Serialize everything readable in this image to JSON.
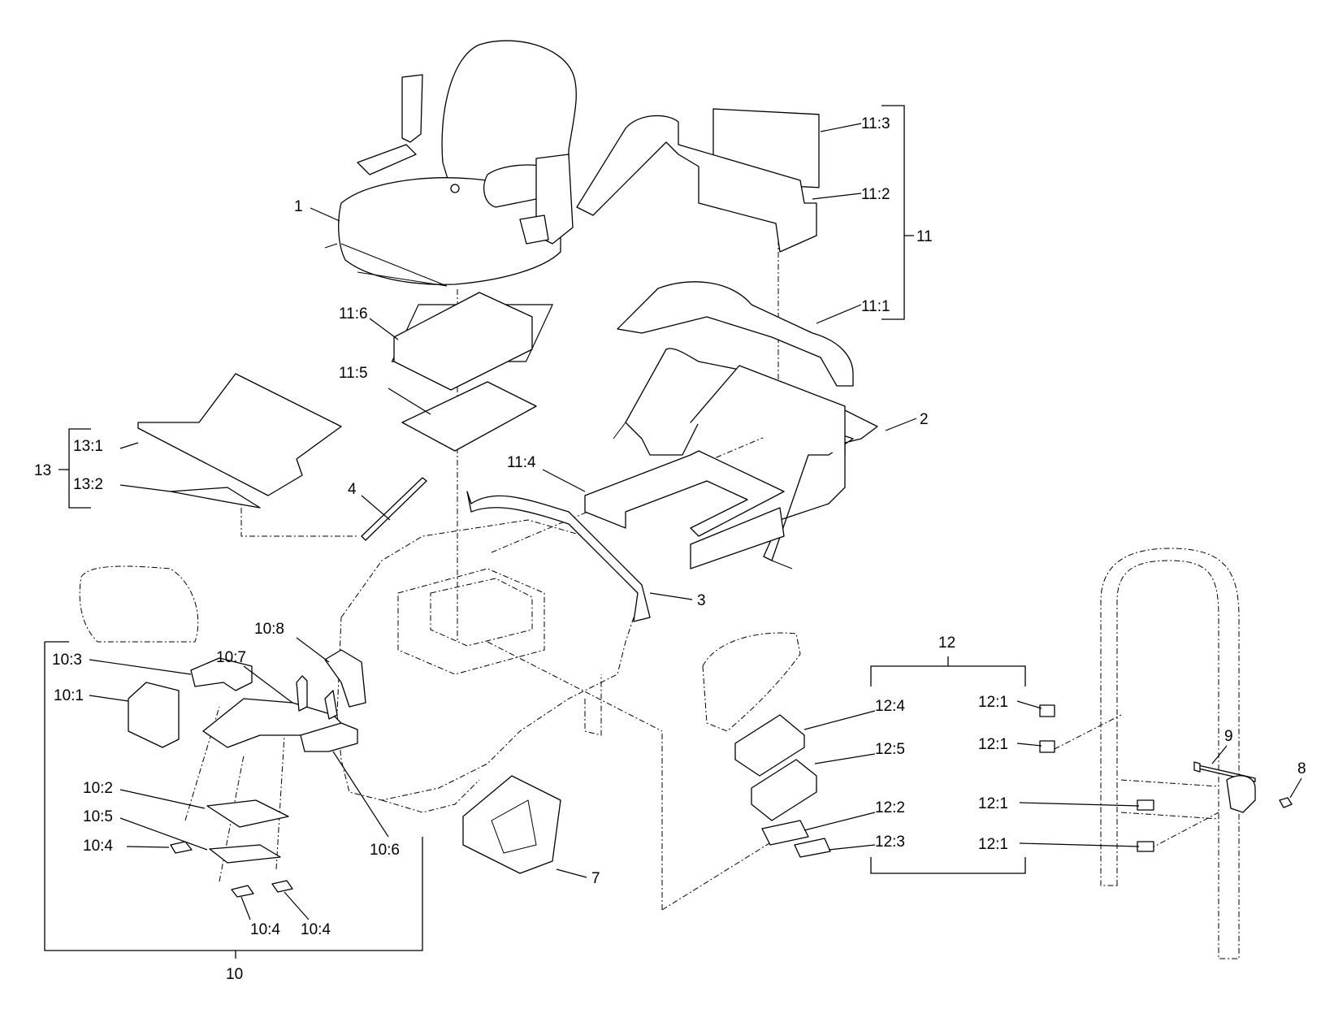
{
  "callouts": [
    {
      "id": "c1",
      "text": "1"
    },
    {
      "id": "c2",
      "text": "2"
    },
    {
      "id": "c3",
      "text": "3"
    },
    {
      "id": "c4",
      "text": "4"
    },
    {
      "id": "c7",
      "text": "7"
    },
    {
      "id": "c8",
      "text": "8"
    },
    {
      "id": "c9",
      "text": "9"
    },
    {
      "id": "c10",
      "text": "10"
    },
    {
      "id": "c10_1",
      "text": "10:1"
    },
    {
      "id": "c10_2",
      "text": "10:2"
    },
    {
      "id": "c10_3",
      "text": "10:3"
    },
    {
      "id": "c10_4a",
      "text": "10:4"
    },
    {
      "id": "c10_4b",
      "text": "10:4"
    },
    {
      "id": "c10_4c",
      "text": "10:4"
    },
    {
      "id": "c10_5",
      "text": "10:5"
    },
    {
      "id": "c10_6",
      "text": "10:6"
    },
    {
      "id": "c10_7",
      "text": "10:7"
    },
    {
      "id": "c10_8",
      "text": "10:8"
    },
    {
      "id": "c11",
      "text": "11"
    },
    {
      "id": "c11_1",
      "text": "11:1"
    },
    {
      "id": "c11_2",
      "text": "11:2"
    },
    {
      "id": "c11_3",
      "text": "11:3"
    },
    {
      "id": "c11_4",
      "text": "11:4"
    },
    {
      "id": "c11_5",
      "text": "11:5"
    },
    {
      "id": "c11_6",
      "text": "11:6"
    },
    {
      "id": "c12",
      "text": "12"
    },
    {
      "id": "c12_1a",
      "text": "12:1"
    },
    {
      "id": "c12_1b",
      "text": "12:1"
    },
    {
      "id": "c12_1c",
      "text": "12:1"
    },
    {
      "id": "c12_1d",
      "text": "12:1"
    },
    {
      "id": "c12_2",
      "text": "12:2"
    },
    {
      "id": "c12_3",
      "text": "12:3"
    },
    {
      "id": "c12_4",
      "text": "12:4"
    },
    {
      "id": "c12_5",
      "text": "12:5"
    },
    {
      "id": "c13",
      "text": "13"
    },
    {
      "id": "c13_1",
      "text": "13:1"
    },
    {
      "id": "c13_2",
      "text": "13:2"
    }
  ]
}
